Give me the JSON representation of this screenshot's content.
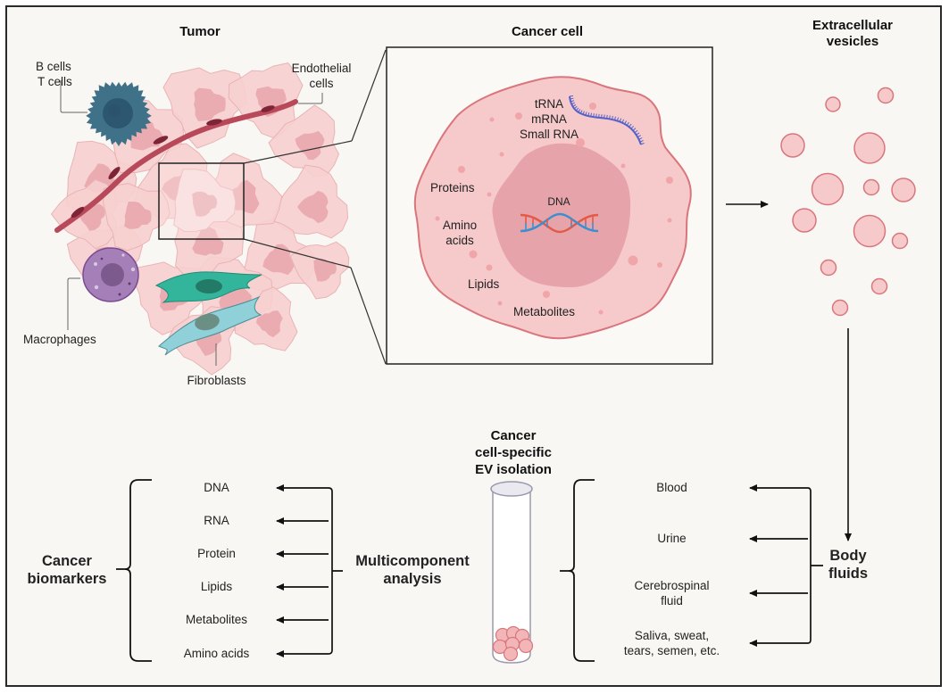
{
  "tumor": {
    "title": "Tumor",
    "labels": {
      "b_t_cells": [
        "B cells",
        "T cells"
      ],
      "endothelial": [
        "Endothelial",
        "cells"
      ],
      "macrophages": "Macrophages",
      "fibroblasts": "Fibroblasts"
    }
  },
  "cancer_cell": {
    "title": "Cancer cell",
    "labels": {
      "rna": [
        "tRNA",
        "mRNA",
        "Small RNA"
      ],
      "proteins": "Proteins",
      "amino_acids": [
        "Amino",
        "acids"
      ],
      "lipids": "Lipids",
      "metabolites": "Metabolites",
      "dna": "DNA"
    }
  },
  "vesicles": {
    "title": [
      "Extracellular",
      "vesicles"
    ]
  },
  "isolation": {
    "title": [
      "Cancer",
      "cell-specific",
      "EV isolation"
    ]
  },
  "biomarkers": {
    "title": [
      "Cancer",
      "biomarkers"
    ],
    "items": [
      "DNA",
      "RNA",
      "Protein",
      "Lipids",
      "Metabolites",
      "Amino acids"
    ]
  },
  "analysis": {
    "title": [
      "Multicomponent",
      "analysis"
    ]
  },
  "body_fluids": {
    "title": [
      "Body",
      "fluids"
    ],
    "items": [
      [
        "Blood"
      ],
      [
        "Urine"
      ],
      [
        "Cerebrospinal",
        "fluid"
      ],
      [
        "Saliva, sweat,",
        "tears, semen, etc."
      ]
    ]
  },
  "colors": {
    "background": "#f8f7f3",
    "cell_pink": "#f6c9cb",
    "cell_outline": "#d9767c",
    "nucleus": "#e6a4aa",
    "lymphocyte": "#3f7189",
    "endothelial": "#b8495a",
    "macrophage": "#a57fb8",
    "fibroblast_green": "#33b59b",
    "fibroblast_blue": "#8fd0d9",
    "rna_strand": "#5561c9",
    "dna_red": "#e35a46",
    "dna_blue": "#3b8fd1"
  }
}
